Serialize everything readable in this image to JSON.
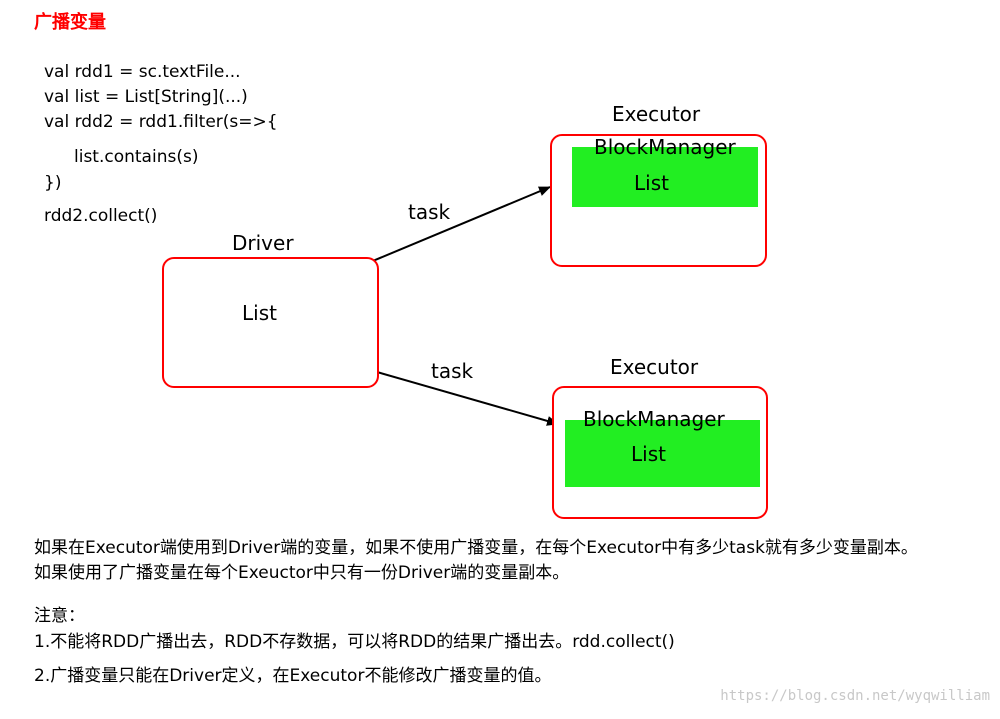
{
  "title": "广播变量",
  "code": {
    "lines": [
      "val rdd1 = sc.textFile...",
      "val list = List[String](...)",
      "val rdd2 = rdd1.filter(s=>{",
      "list.contains(s)",
      "})",
      "rdd2.collect()"
    ]
  },
  "diagram": {
    "driver": {
      "label": "Driver",
      "content": "List"
    },
    "executor_top": {
      "label": "Executor",
      "block": "BlockManager",
      "content": "List"
    },
    "executor_bottom": {
      "label": "Executor",
      "block": "BlockManager",
      "content": "List"
    },
    "arrow_top_label": "task",
    "arrow_bottom_label": "task",
    "colors": {
      "box_border": "#ff0000",
      "block_fill": "#22ee22",
      "title": "#ff0000"
    }
  },
  "notes": {
    "p1_line1": "如果在Executor端使用到Driver端的变量，如果不使用广播变量，在每个Executor中有多少task就有多少变量副本。",
    "p1_line2": "如果使用了广播变量在每个Exeuctor中只有一份Driver端的变量副本。",
    "attention": "注意：",
    "item1": "1.不能将RDD广播出去，RDD不存数据，可以将RDD的结果广播出去。rdd.collect()",
    "item2": "2.广播变量只能在Driver定义，在Executor不能修改广播变量的值。"
  },
  "watermark": "https://blog.csdn.net/wyqwilliam"
}
